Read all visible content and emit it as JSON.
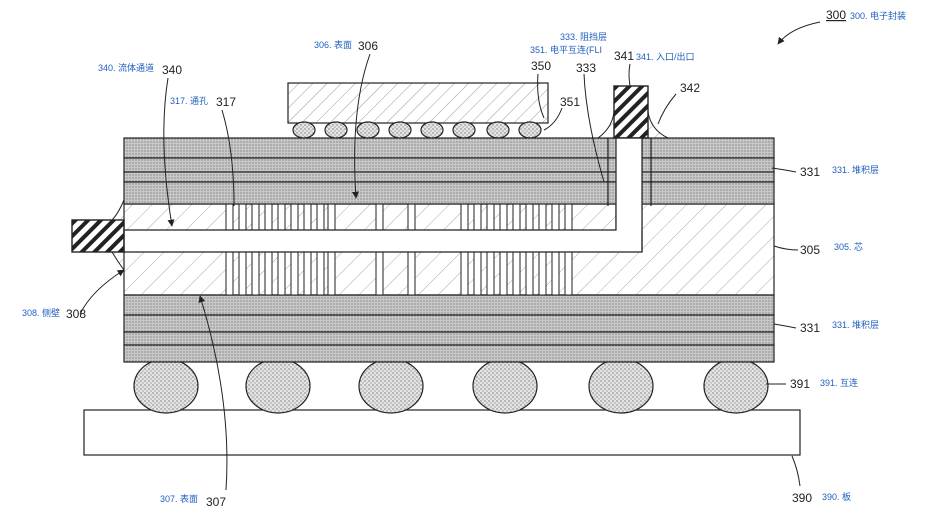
{
  "figure": {
    "labels": {
      "package": {
        "num": "300",
        "ann": "300. 电子封装"
      },
      "fluid_channel": {
        "num": "340",
        "ann": "340. 流体通道"
      },
      "via": {
        "num": "317",
        "ann": "317. 通孔"
      },
      "surface_top": {
        "num": "306",
        "ann": "306. 表面"
      },
      "die": {
        "num": "350"
      },
      "barrier": {
        "num": "333",
        "ann": "333. 阻挡层"
      },
      "fli": {
        "num": "351",
        "ann": "351. 电平互连(FLI"
      },
      "port": {
        "num": "341",
        "ann": "341. 入口/出口"
      },
      "seal": {
        "num": "342"
      },
      "buildup_top": {
        "num": "331",
        "ann": "331. 堆积层"
      },
      "core": {
        "num": "305",
        "ann": "305. 芯"
      },
      "sidewall": {
        "num": "308",
        "ann": "308. 侧壁"
      },
      "buildup_bottom": {
        "num": "331",
        "ann": "331. 堆积层"
      },
      "interconnect": {
        "num": "391",
        "ann": "391. 互连"
      },
      "surface_bottom": {
        "num": "307",
        "ann": "307. 表面"
      },
      "board": {
        "num": "390",
        "ann": "390. 板"
      }
    },
    "colors": {
      "line": "#222222",
      "annotation": "#1f5fbf",
      "buildup_fill": "#c9c9c9",
      "core_fill": "#ffffff",
      "bump_fill": "#d8d8d8"
    }
  }
}
